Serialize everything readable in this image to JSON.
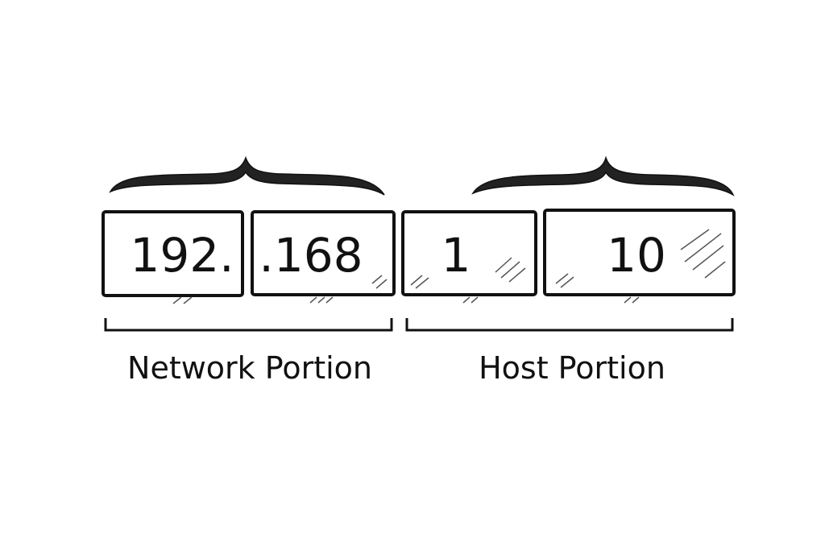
{
  "octets": [
    {
      "text": "192.",
      "group": "network"
    },
    {
      "text": ".168",
      "group": "network"
    },
    {
      "text": "1",
      "group": "host"
    },
    {
      "text": "10",
      "group": "host"
    }
  ],
  "labels": {
    "network": "Network Portion",
    "host": "Host Portion"
  }
}
